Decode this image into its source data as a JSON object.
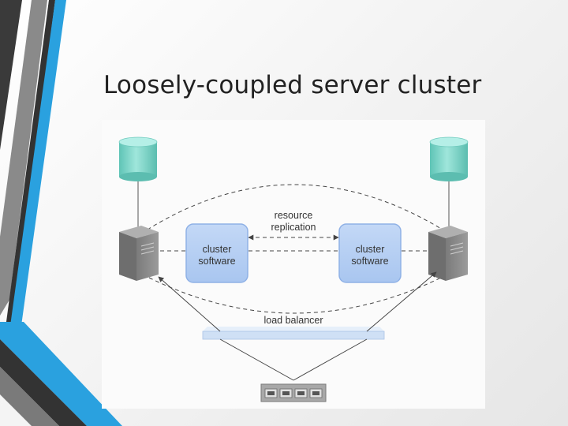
{
  "slide": {
    "title": "Loosely-coupled server cluster"
  },
  "diagram": {
    "resource_replication_line1": "resource",
    "resource_replication_line2": "replication",
    "cluster_left_line1": "cluster",
    "cluster_left_line2": "software",
    "cluster_right_line1": "cluster",
    "cluster_right_line2": "software",
    "load_balancer": "load balancer"
  },
  "icons": {
    "database": "database-cylinder-icon",
    "server": "server-tower-icon",
    "switch": "network-switch-icon"
  },
  "colors": {
    "cluster_box": "#b4cef3",
    "cluster_box_border": "#8fb1e6",
    "database": "#7dd6c9",
    "load_balancer_bar": "#cfe0f5",
    "accent_stripe": "#2aa1df",
    "dark_stripe": "#3a3a3a"
  }
}
